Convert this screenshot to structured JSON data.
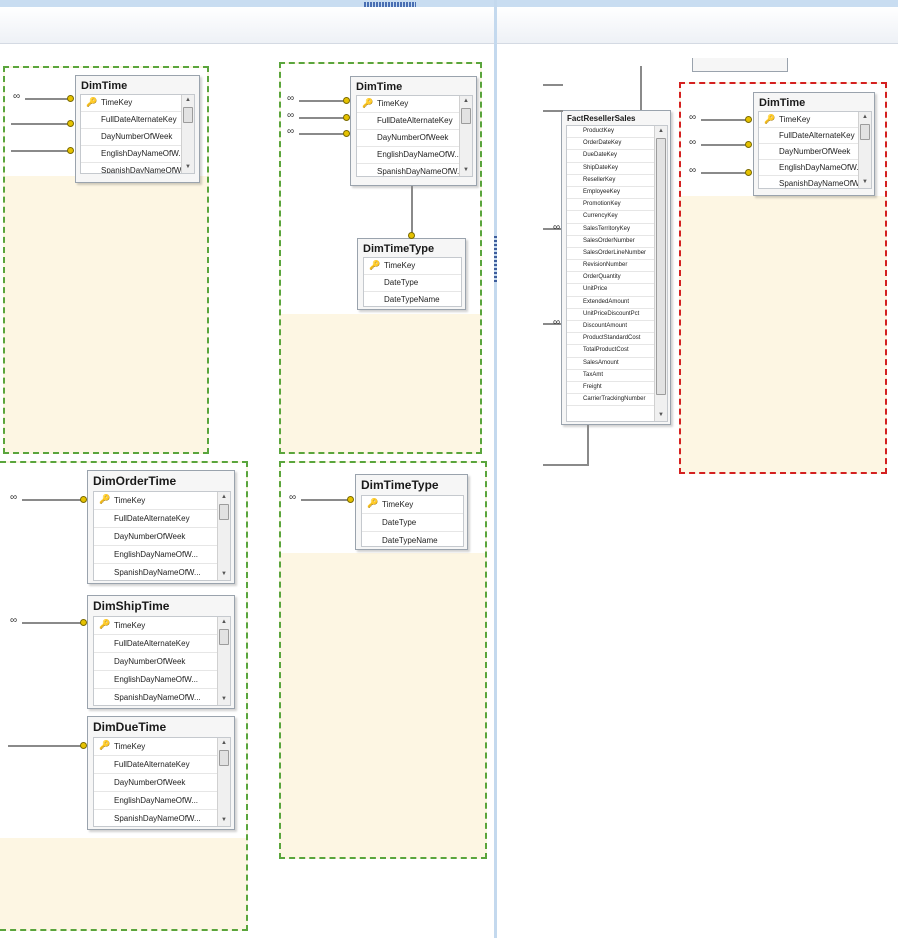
{
  "left_pane": {
    "panel_a": {
      "title": "DimTime",
      "columns": [
        "TimeKey",
        "FullDateAlternateKey",
        "DayNumberOfWeek",
        "EnglishDayNameOfW...",
        "SpanishDayNameOfW..."
      ]
    },
    "panel_b": {
      "table1": {
        "title": "DimTime",
        "columns": [
          "TimeKey",
          "FullDateAlternateKey",
          "DayNumberOfWeek",
          "EnglishDayNameOfW...",
          "SpanishDayNameOfW..."
        ]
      },
      "table2": {
        "title": "DimTimeType",
        "columns": [
          "TimeKey",
          "DateType",
          "DateTypeName"
        ]
      }
    },
    "panel_c": {
      "tables": [
        {
          "title": "DimOrderTime",
          "columns": [
            "TimeKey",
            "FullDateAlternateKey",
            "DayNumberOfWeek",
            "EnglishDayNameOfW...",
            "SpanishDayNameOfW..."
          ]
        },
        {
          "title": "DimShipTime",
          "columns": [
            "TimeKey",
            "FullDateAlternateKey",
            "DayNumberOfWeek",
            "EnglishDayNameOfW...",
            "SpanishDayNameOfW..."
          ]
        },
        {
          "title": "DimDueTime",
          "columns": [
            "TimeKey",
            "FullDateAlternateKey",
            "DayNumberOfWeek",
            "EnglishDayNameOfW...",
            "SpanishDayNameOfW..."
          ]
        }
      ]
    },
    "panel_d": {
      "title": "DimTimeType",
      "columns": [
        "TimeKey",
        "DateType",
        "DateTypeName"
      ]
    }
  },
  "right_pane": {
    "fact": {
      "title": "FactResellerSales",
      "columns": [
        "ProductKey",
        "OrderDateKey",
        "DueDateKey",
        "ShipDateKey",
        "ResellerKey",
        "EmployeeKey",
        "PromotionKey",
        "CurrencyKey",
        "SalesTerritoryKey",
        "SalesOrderNumber",
        "SalesOrderLineNumber",
        "RevisionNumber",
        "OrderQuantity",
        "UnitPrice",
        "ExtendedAmount",
        "UnitPriceDiscountPct",
        "DiscountAmount",
        "ProductStandardCost",
        "TotalProductCost",
        "SalesAmount",
        "TaxAmt",
        "Freight",
        "CarrierTrackingNumber"
      ]
    },
    "dim": {
      "title": "DimTime",
      "columns": [
        "TimeKey",
        "FullDateAlternateKey",
        "DayNumberOfWeek",
        "EnglishDayNameOfW...",
        "SpanishDayNameOfW..."
      ]
    }
  },
  "symbols": {
    "infinity": "∞",
    "key": "🔑",
    "scroll_up": "▲",
    "scroll_down": "▼"
  },
  "colors": {
    "group_border": "#5aa53c",
    "selected_border": "#d42020",
    "region_fill": "#fdf6e3",
    "splitter": "#c4d9ee"
  }
}
